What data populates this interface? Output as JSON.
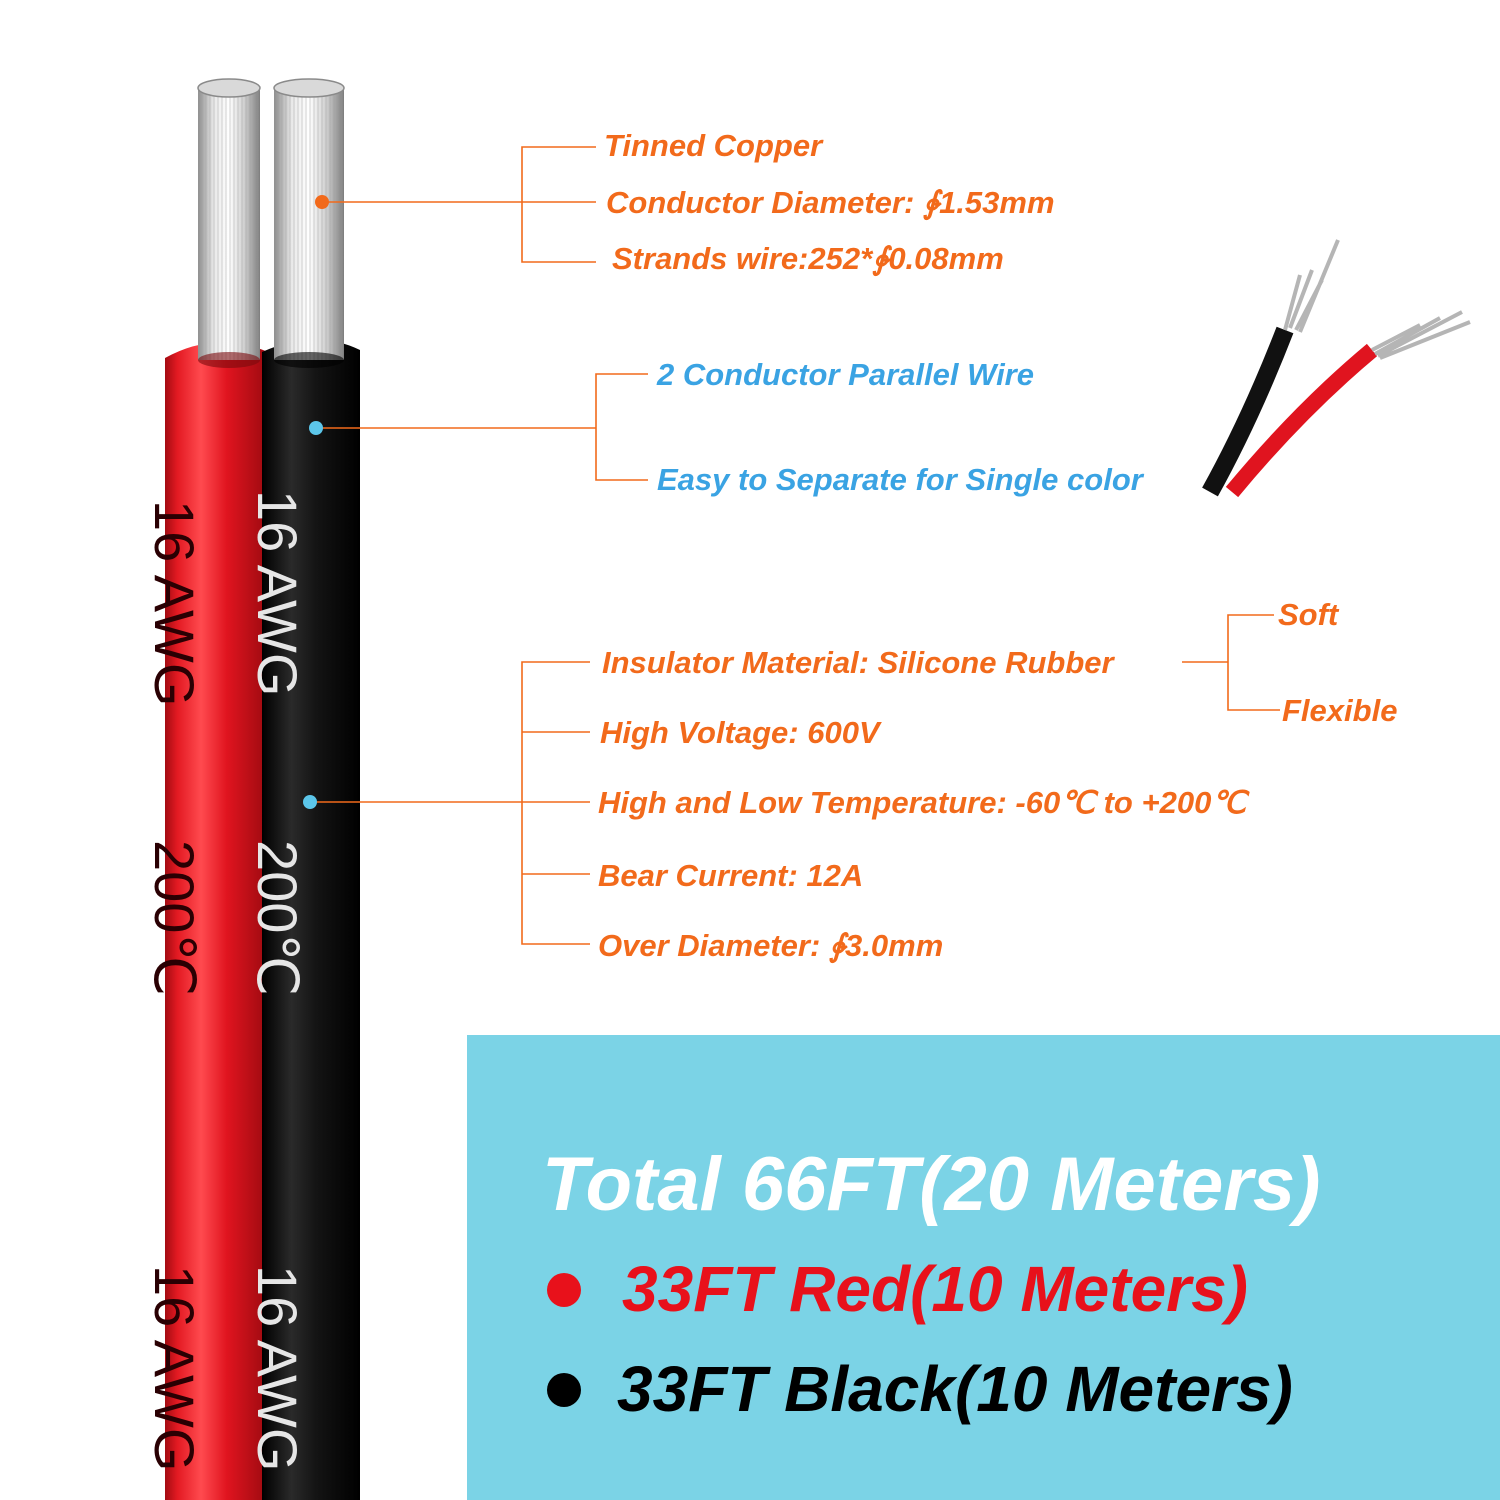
{
  "colors": {
    "callout_orange": "#f26a1b",
    "callout_blue": "#3aa3e3",
    "wire_red": "#e0141f",
    "wire_black": "#141414",
    "panel_blue": "#7bd3e6"
  },
  "wire": {
    "red_print_gauge": "16 AWG",
    "red_print_temp": "200℃",
    "black_print_gauge": "16 AWG",
    "black_print_temp": "200℃"
  },
  "conductor": {
    "material": "Tinned Copper",
    "diameter": "Conductor Diameter: ∲1.53mm",
    "strands": "Strands wire:252*∲0.08mm"
  },
  "parallel": {
    "type": "2 Conductor Parallel Wire",
    "separate": "Easy to Separate for Single color"
  },
  "insulation": {
    "material": "Insulator Material: Silicone Rubber",
    "props": [
      "Soft",
      "Flexible"
    ],
    "voltage": "High Voltage: 600V",
    "temperature": "High and Low Temperature: -60℃ to +200℃",
    "current": "Bear Current: 12A",
    "outer_diameter": "Over Diameter: ∲3.0mm"
  },
  "summary": {
    "total": "Total 66FT(20 Meters)",
    "red": "33FT Red(10 Meters)",
    "black": "33FT Black(10 Meters)"
  }
}
